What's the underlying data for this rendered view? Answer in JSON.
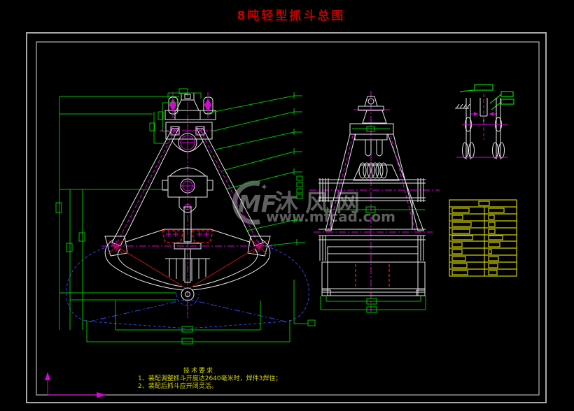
{
  "page": {
    "title": "8吨轻型抓斗总图"
  },
  "notes": {
    "heading": "技术要求",
    "item1": "1、装配调整抓斗开度达2640毫米时，焊件3焊住；",
    "item2": "2、装配后抓斗应开闭灵活。"
  },
  "watermark": {
    "logo": "MF",
    "name": "沐风网",
    "url": "www.mfcad.com"
  },
  "colors": {
    "background": "#000000",
    "title_red": "#c00000",
    "outline_white": "#e8e8e8",
    "dimension_green": "#00c000",
    "centerline_magenta": "#dd00dd",
    "phantom_blue": "#3344ee",
    "weld_red": "#cc1111",
    "table_yellow": "#cfcf00",
    "note_yellow": "#d8d800",
    "border_gray": "#a8a8a8",
    "watermark_gray": "#9c9c9c"
  }
}
